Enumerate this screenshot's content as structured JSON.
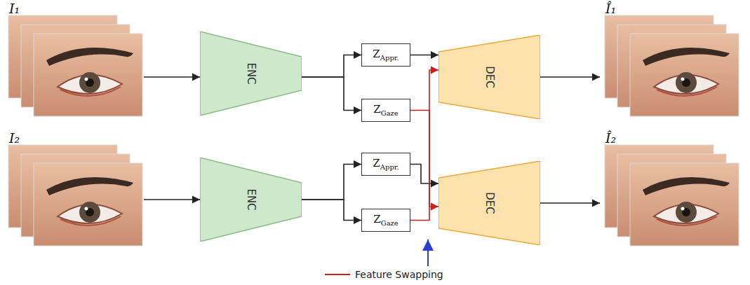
{
  "diagram": {
    "nodes": [
      {
        "text": [
          "I₁"
        ]
      },
      {
        "text": [
          "ENC"
        ]
      },
      {
        "text": [
          "ZAppr."
        ]
      },
      {
        "text": [
          "ZGaze"
        ]
      },
      {
        "text": [
          "DEC"
        ]
      },
      {
        "text": [
          "Î₁"
        ]
      },
      {
        "text": [
          "I₂"
        ]
      },
      {
        "text": [
          "ENC"
        ]
      },
      {
        "text": [
          "ZAppr."
        ]
      },
      {
        "text": [
          "ZGaze"
        ]
      },
      {
        "text": [
          "DEC"
        ]
      },
      {
        "text": [
          "Î₂"
        ]
      }
    ],
    "edges": [
      {
        "from": 0,
        "to": 1,
        "arrow": "to"
      },
      {
        "from": 1,
        "to": 2,
        "arrow": "to"
      },
      {
        "from": 1,
        "to": 3,
        "arrow": "to"
      },
      {
        "from": 2,
        "to": 4,
        "arrow": "to"
      },
      {
        "from": 3,
        "to": 10,
        "arrow": "to"
      },
      {
        "from": 4,
        "to": 5,
        "arrow": "to"
      },
      {
        "from": 6,
        "to": 7,
        "arrow": "to"
      },
      {
        "from": 7,
        "to": 8,
        "arrow": "to"
      },
      {
        "from": 7,
        "to": 9,
        "arrow": "to"
      },
      {
        "from": 8,
        "to": 10,
        "arrow": "to"
      },
      {
        "from": 9,
        "to": 4,
        "arrow": "to"
      },
      {
        "from": 10,
        "to": 11,
        "arrow": "to"
      }
    ],
    "legend": [
      {
        "text": "Feature Swapping"
      }
    ]
  }
}
